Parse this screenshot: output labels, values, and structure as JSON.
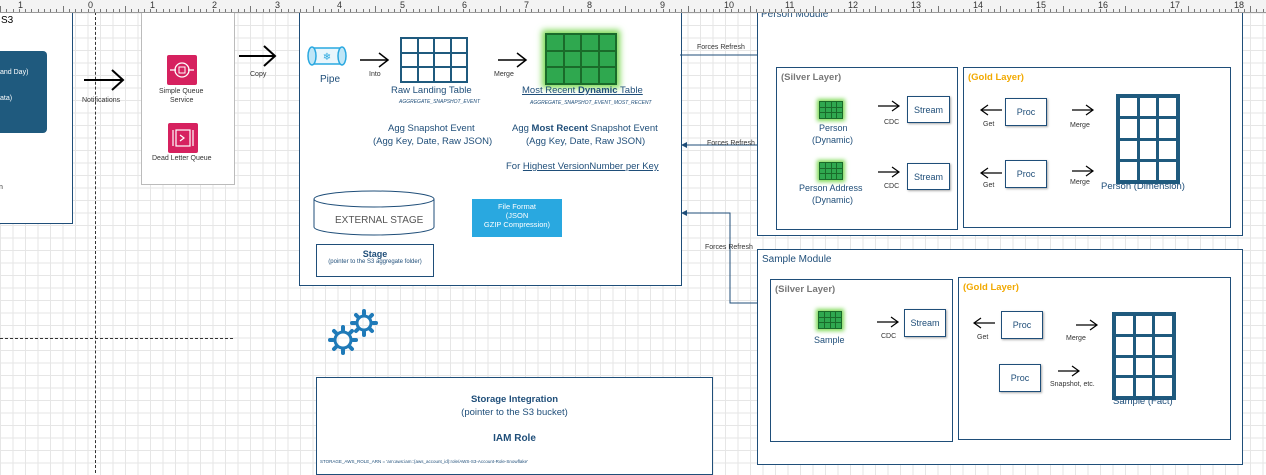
{
  "ruler": {
    "numbers": [
      "1",
      "0",
      "1",
      "2",
      "3",
      "4",
      "5",
      "6",
      "7",
      "8",
      "9",
      "10",
      "11",
      "12",
      "13",
      "14",
      "15",
      "16",
      "17",
      "18"
    ]
  },
  "s3_panel": {
    "title": "S3",
    "blue_line1": "and Day)",
    "blue_line2": "ata)",
    "stray_char": "n"
  },
  "notifications_label": "Notifications",
  "copy_label": "Copy",
  "sqs": {
    "label_line1": "Simple Queue",
    "label_line2": "Service",
    "dlq_label": "Dead Letter Queue"
  },
  "ingestion": {
    "pipe_label": "Pipe",
    "into_label": "Into",
    "raw_table_label": "Raw Landing Table",
    "raw_table_name": "AGGREGATE_SNAPSHOT_EVENT",
    "merge_label": "Merge",
    "dynamic_table_label_pre": "Most Recent ",
    "dynamic_table_label_bold": "Dynamic",
    "dynamic_table_label_post": " Table",
    "dynamic_table_name": "AGGREGATE_SNAPSHOT_EVENT_MOST_RECENT",
    "raw_desc_line1": "Agg Snapshot Event",
    "raw_desc_line2": "(Agg Key, Date, Raw JSON)",
    "dyn_desc_line1_pre": "Agg ",
    "dyn_desc_line1_bold": "Most Recent",
    "dyn_desc_line1_post": " Snapshot Event",
    "dyn_desc_line2": "(Agg Key, Date, Raw JSON)",
    "highest_pre": "For ",
    "highest_underlined": "Highest VersionNumber per Key",
    "external_stage_label": "EXTERNAL STAGE",
    "file_format_line1": "File Format",
    "file_format_line2": "(JSON",
    "file_format_line3": "GZIP Compression)",
    "stage_title": "Stage",
    "stage_sub": "(pointer to the S3 aggregate folder)"
  },
  "storage_integration": {
    "title": "Storage Integration",
    "subtitle": "(pointer to the S3 bucket)",
    "iam_role": "IAM Role",
    "arn_text": "STORAGE_AWS_ROLE_ARN = 'arn:aws:iam::{aws_account_id}:role/AWS-S3-Account-Role-Snowflake'"
  },
  "refresh_labels": {
    "top": "Forces Refresh",
    "middle": "Forces Refresh",
    "bottom": "Forces Refresh"
  },
  "person_module": {
    "title": "Person Module",
    "silver_title": "(Silver Layer)",
    "gold_title": "(Gold Layer)",
    "person_line1": "Person",
    "person_line2": "(Dynamic)",
    "person_address_line1": "Person Address",
    "person_address_line2": "(Dynamic)",
    "cdc1": "CDC",
    "cdc2": "CDC",
    "stream1": "Stream",
    "stream2": "Stream",
    "get1": "Get",
    "get2": "Get",
    "proc1": "Proc",
    "proc2": "Proc",
    "merge1": "Merge",
    "merge2": "Merge",
    "dimension_label": "Person (Dimension)"
  },
  "sample_module": {
    "title": "Sample Module",
    "silver_title": "(Silver Layer)",
    "gold_title": "(Gold Layer)",
    "sample_label": "Sample",
    "cdc": "CDC",
    "stream": "Stream",
    "get": "Get",
    "proc1": "Proc",
    "proc2": "Proc",
    "merge": "Merge",
    "snapshot_label": "Snapshot, etc.",
    "fact_label": "Sample (Fact)"
  },
  "colors": {
    "accent": "#1f4e79",
    "gold": "#f2a900",
    "green": "#2e8b3a",
    "sqs_pink": "#d6215f",
    "file_format_blue": "#29a8e0"
  }
}
